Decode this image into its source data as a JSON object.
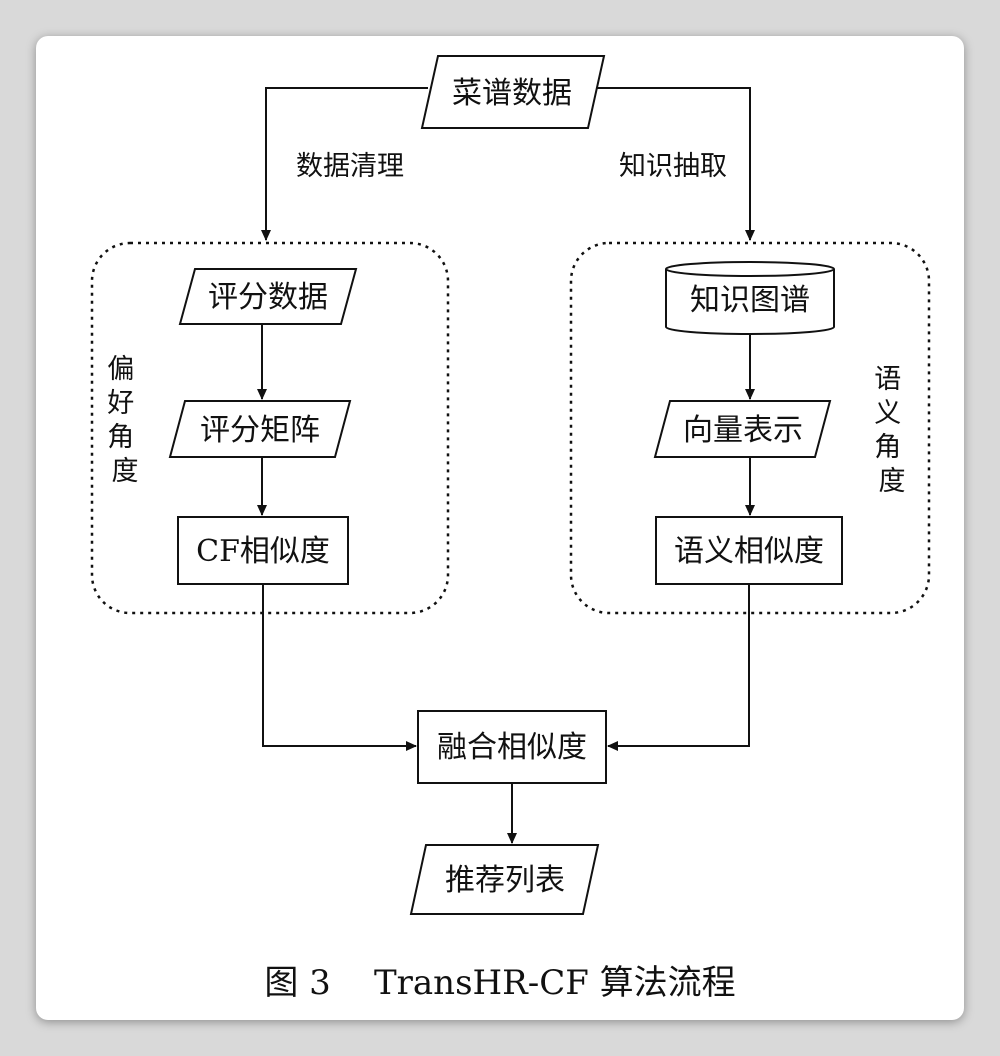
{
  "diagram": {
    "nodes": {
      "recipe_data": "菜谱数据",
      "rating_data": "评分数据",
      "rating_matrix": "评分矩阵",
      "cf_similarity": "CF相似度",
      "knowledge_graph": "知识图谱",
      "vector_repr": "向量表示",
      "semantic_similarity": "语义相似度",
      "fused_similarity": "融合相似度",
      "recommendation_list": "推荐列表"
    },
    "edge_labels": {
      "data_cleaning": "数据清理",
      "knowledge_extraction": "知识抽取"
    },
    "groups": {
      "preference": "偏好角度",
      "semantic": "语义角度"
    }
  },
  "caption": "图 3    TransHR-CF 算法流程",
  "colors": {
    "line": "#111111",
    "page": "#d9d9d9",
    "card": "#ffffff"
  }
}
